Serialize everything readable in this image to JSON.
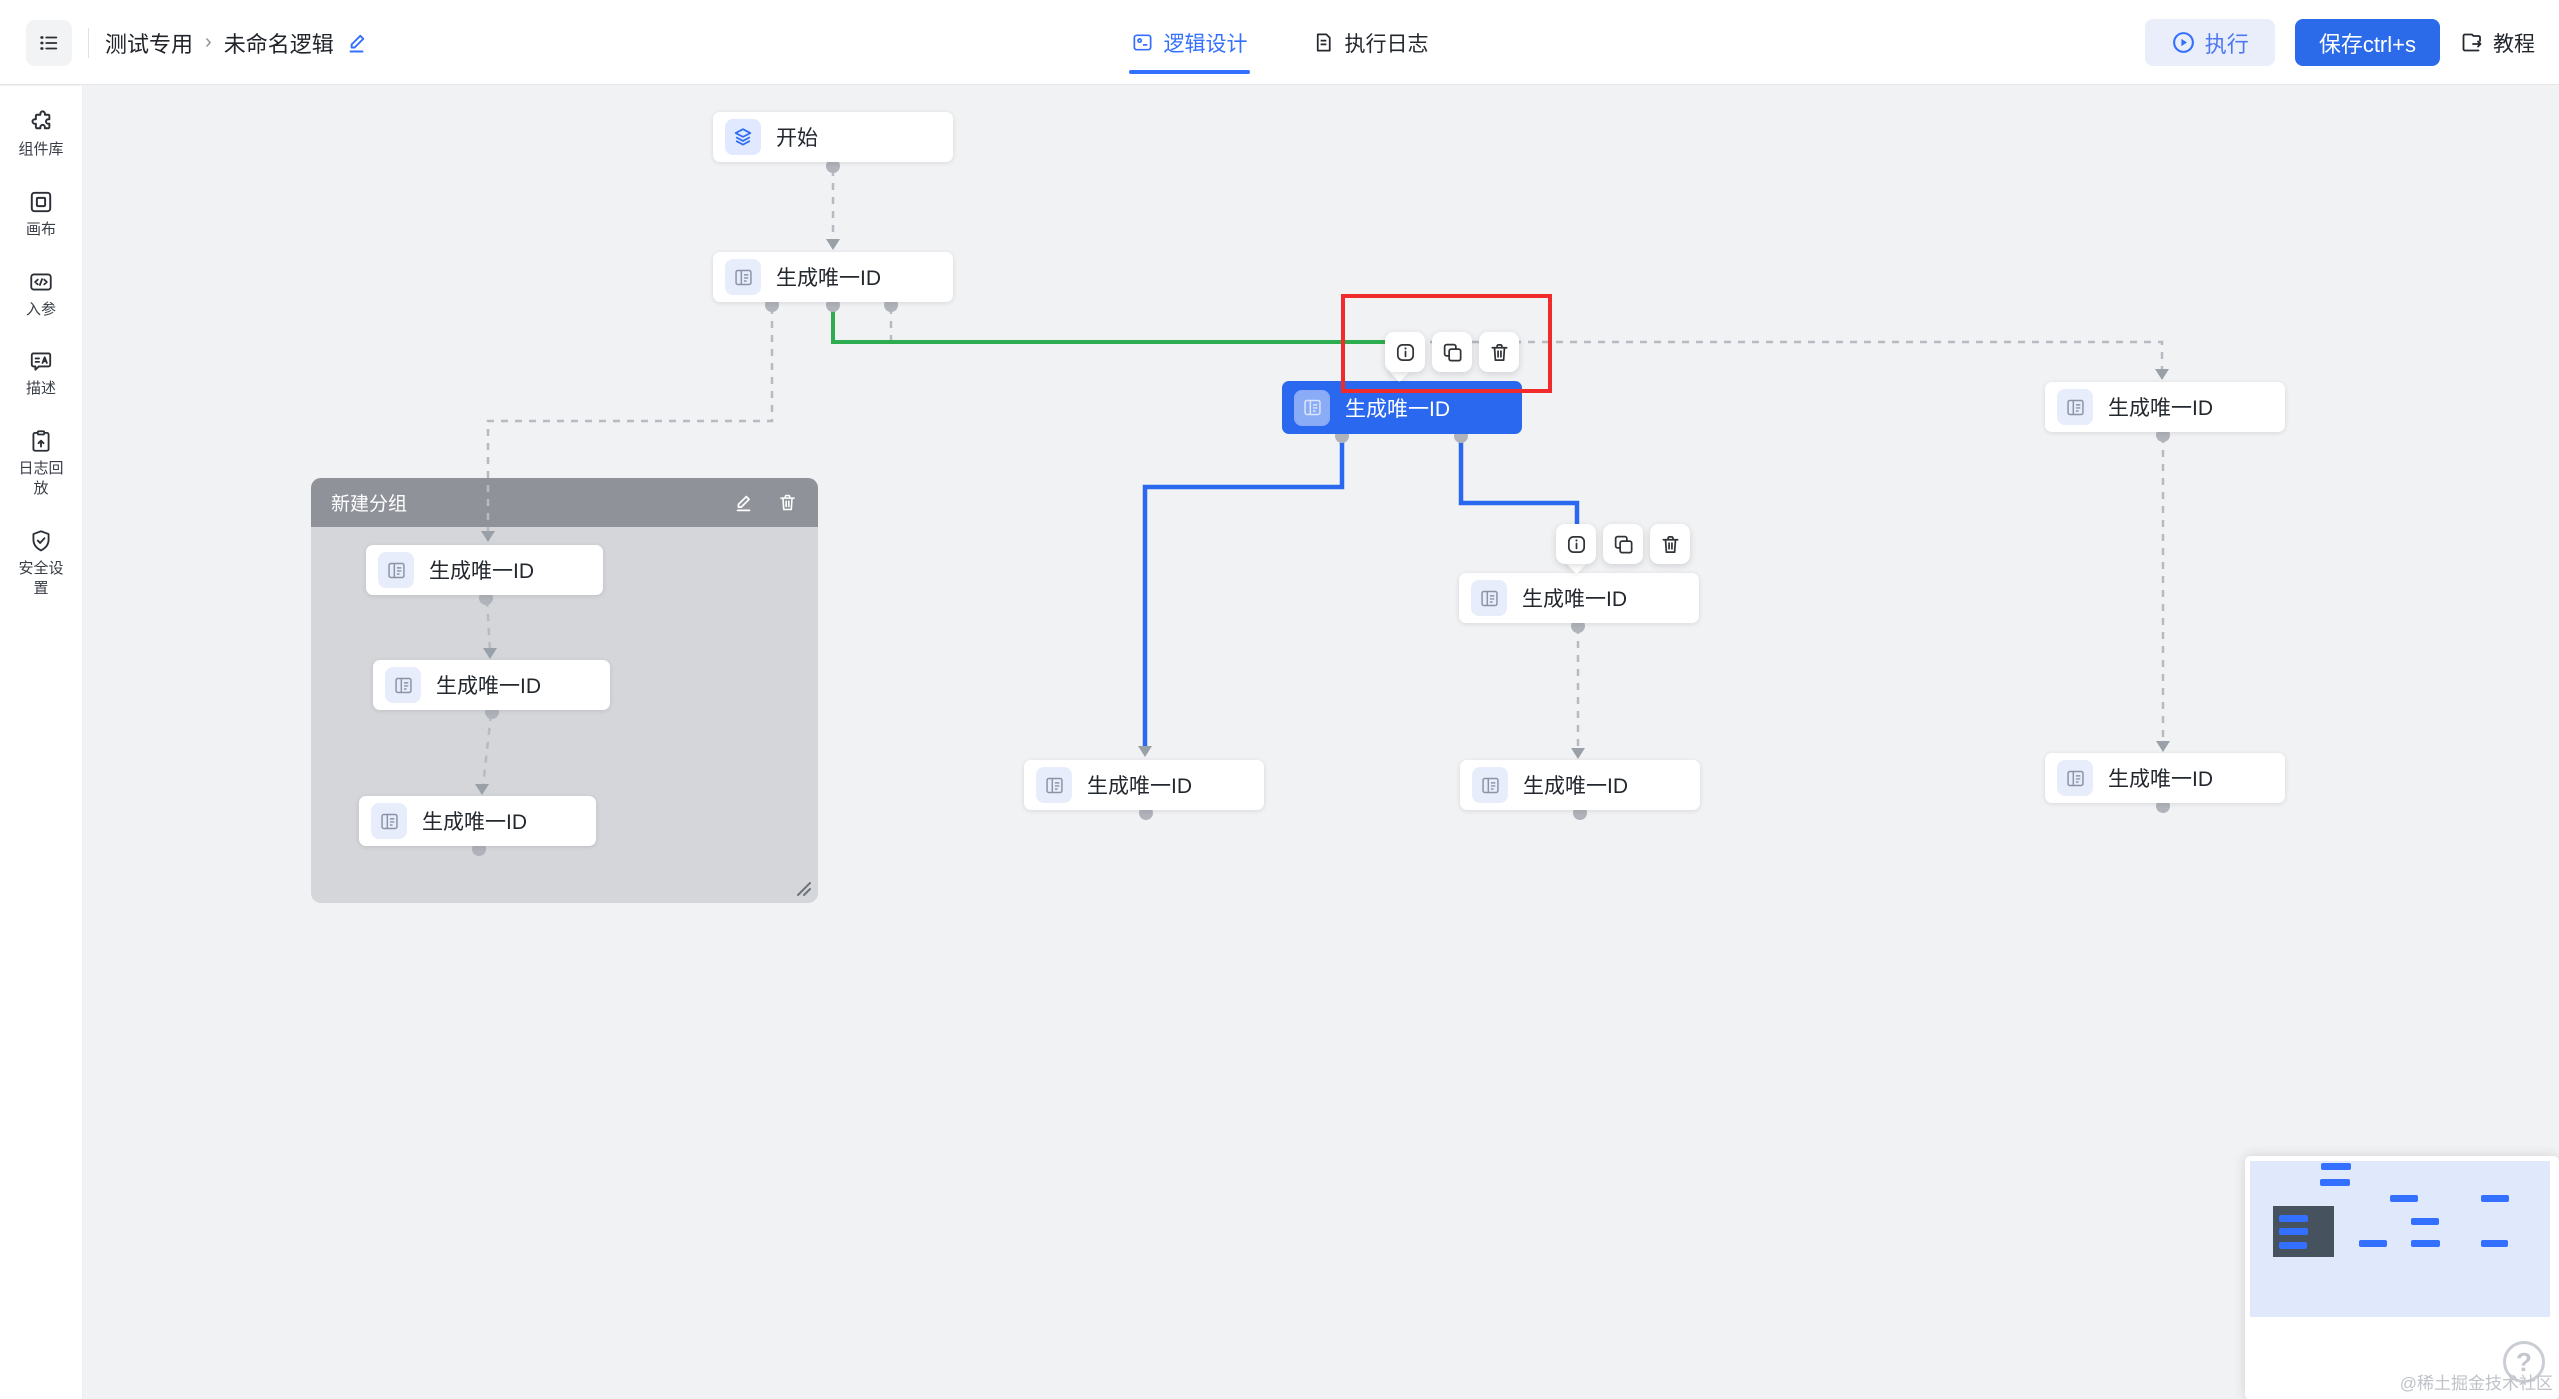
{
  "colors": {
    "accent": "#2a68f0",
    "tab_active": "#3370ff",
    "edge_green": "#2ead50",
    "edge_blue": "#2a68f0",
    "annotation_red": "#f12b2b",
    "dashed_gray": "#b7bac0"
  },
  "header": {
    "breadcrumb": {
      "project": "测试专用",
      "separator": "›",
      "title": "未命名逻辑"
    },
    "tabs": [
      {
        "label": "逻辑设计",
        "active": true
      },
      {
        "label": "执行日志",
        "active": false
      }
    ],
    "actions": {
      "run": "执行",
      "save": "保存ctrl+s",
      "tutorial": "教程"
    }
  },
  "sidebar": {
    "items": [
      {
        "label": "组件库"
      },
      {
        "label": "画布"
      },
      {
        "label": "入参"
      },
      {
        "label": "描述"
      },
      {
        "label": "日志回放"
      },
      {
        "label": "安全设置"
      }
    ]
  },
  "canvas": {
    "group": {
      "title": "新建分组"
    },
    "nodes": {
      "start": {
        "label": "开始"
      },
      "n1": {
        "label": "生成唯一ID"
      },
      "g1": {
        "label": "生成唯一ID"
      },
      "g2": {
        "label": "生成唯一ID"
      },
      "g3": {
        "label": "生成唯一ID"
      },
      "selected": {
        "label": "生成唯一ID",
        "state": "selected"
      },
      "mid": {
        "label": "生成唯一ID"
      },
      "bottom_left": {
        "label": "生成唯一ID"
      },
      "bottom_mid": {
        "label": "生成唯一ID"
      },
      "top_right": {
        "label": "生成唯一ID"
      },
      "bottom_right": {
        "label": "生成唯一ID"
      }
    }
  },
  "footer": {
    "watermark": "@稀土掘金技术社区",
    "help": "?"
  }
}
